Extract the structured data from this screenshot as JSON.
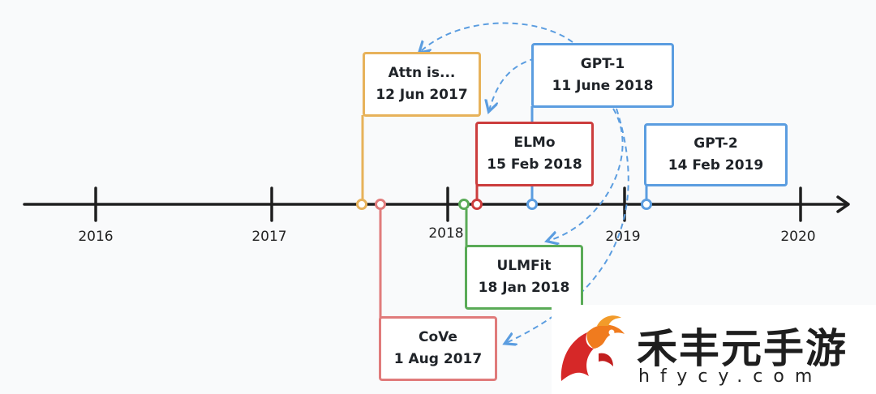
{
  "years": [
    "2016",
    "2017",
    "2018",
    "2019",
    "2020"
  ],
  "events": [
    {
      "id": "attn",
      "name": "Attn is...",
      "date": "12 Jun 2017",
      "color": "#e7b25a"
    },
    {
      "id": "cove",
      "name": "CoVe",
      "date": "1 Aug 2017",
      "color": "#e07b7b"
    },
    {
      "id": "ulmfit",
      "name": "ULMFit",
      "date": "18 Jan 2018",
      "color": "#5aab57"
    },
    {
      "id": "elmo",
      "name": "ELMo",
      "date": "15 Feb 2018",
      "color": "#cc3d3d"
    },
    {
      "id": "gpt1",
      "name": "GPT-1",
      "date": "11 June 2018",
      "color": "#5b9de0"
    },
    {
      "id": "gpt2",
      "name": "GPT-2",
      "date": "14 Feb 2019",
      "color": "#5b9de0"
    }
  ],
  "arrows": [
    {
      "from": "gpt1",
      "to": "attn"
    },
    {
      "from": "gpt1",
      "to": "elmo"
    },
    {
      "from": "gpt1",
      "to": "ulmfit"
    },
    {
      "from": "gpt1",
      "to": "cove"
    }
  ],
  "watermark": {
    "title": "禾丰元手游",
    "site": "hfycy.com"
  }
}
